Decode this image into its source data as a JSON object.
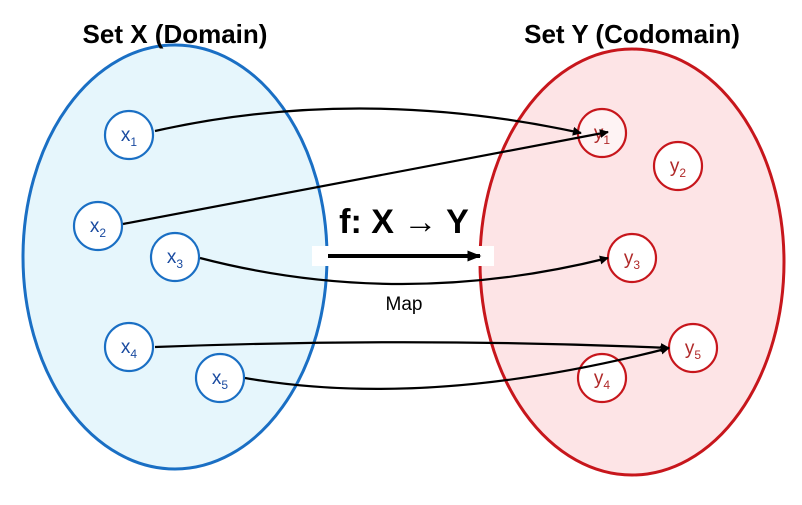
{
  "domain_set": {
    "title": "Set X (Domain)",
    "fill": "#e6f6fc",
    "stroke": "#1a6fc4",
    "element_color": "#1a4ba0",
    "elements": [
      {
        "id": "x1",
        "base": "x",
        "sub": "1"
      },
      {
        "id": "x2",
        "base": "x",
        "sub": "2"
      },
      {
        "id": "x3",
        "base": "x",
        "sub": "3"
      },
      {
        "id": "x4",
        "base": "x",
        "sub": "4"
      },
      {
        "id": "x5",
        "base": "x",
        "sub": "5"
      }
    ]
  },
  "codomain_set": {
    "title": "Set Y (Codomain)",
    "fill": "#fde4e6",
    "stroke": "#c7161c",
    "element_color": "#b02a2a",
    "elements": [
      {
        "id": "y1",
        "base": "y",
        "sub": "1"
      },
      {
        "id": "y2",
        "base": "y",
        "sub": "2"
      },
      {
        "id": "y3",
        "base": "y",
        "sub": "3"
      },
      {
        "id": "y4",
        "base": "y",
        "sub": "4"
      },
      {
        "id": "y5",
        "base": "y",
        "sub": "5"
      }
    ]
  },
  "mapping": {
    "label": "f: X → Y",
    "caption": "Map",
    "pairs": [
      {
        "from": "x1",
        "to": "y1"
      },
      {
        "from": "x2",
        "to": "y1"
      },
      {
        "from": "x3",
        "to": "y3"
      },
      {
        "from": "x4",
        "to": "y5"
      },
      {
        "from": "x5",
        "to": "y5"
      }
    ]
  },
  "colors": {
    "arrow": "#000000",
    "element_fill": "#ffffff"
  }
}
